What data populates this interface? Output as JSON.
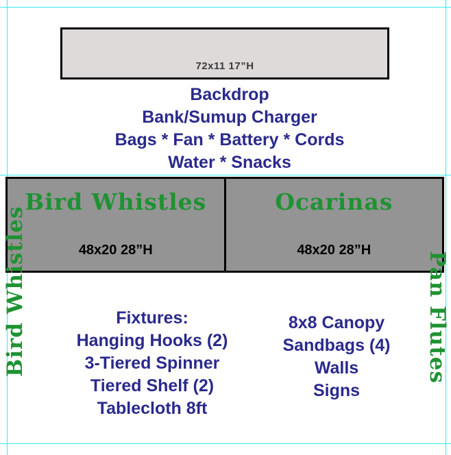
{
  "page": {
    "title": "Booth Layout Plan",
    "background_color": "#FFFFFF",
    "guide_color": "#35E8F5",
    "blue_text_color": "#2A2A8C",
    "green_text_color": "#1F9233",
    "table_gray": "#949494",
    "backdrop_table_gray": "#DEDAD9"
  },
  "backdrop_table": {
    "dimension": "72x11  17”H"
  },
  "supplies_note": {
    "text": "Backdrop\nBank/Sumup Charger\nBags * Fan * Battery * Cords\nWater * Snacks"
  },
  "product_tables": [
    {
      "title": "Bird Whistles",
      "dimension": "48x20  28”H"
    },
    {
      "title": "Ocarinas",
      "dimension": "48x20  28”H"
    }
  ],
  "side_banners": {
    "left": "Bird Whistles",
    "right": "Pan Flutes"
  },
  "fixtures_note": {
    "text": "Fixtures:\nHanging Hooks (2)\n3-Tiered Spinner\nTiered Shelf (2)\nTablecloth 8ft"
  },
  "canopy_note": {
    "text": "8x8 Canopy\nSandbags (4)\nWalls\nSigns"
  }
}
